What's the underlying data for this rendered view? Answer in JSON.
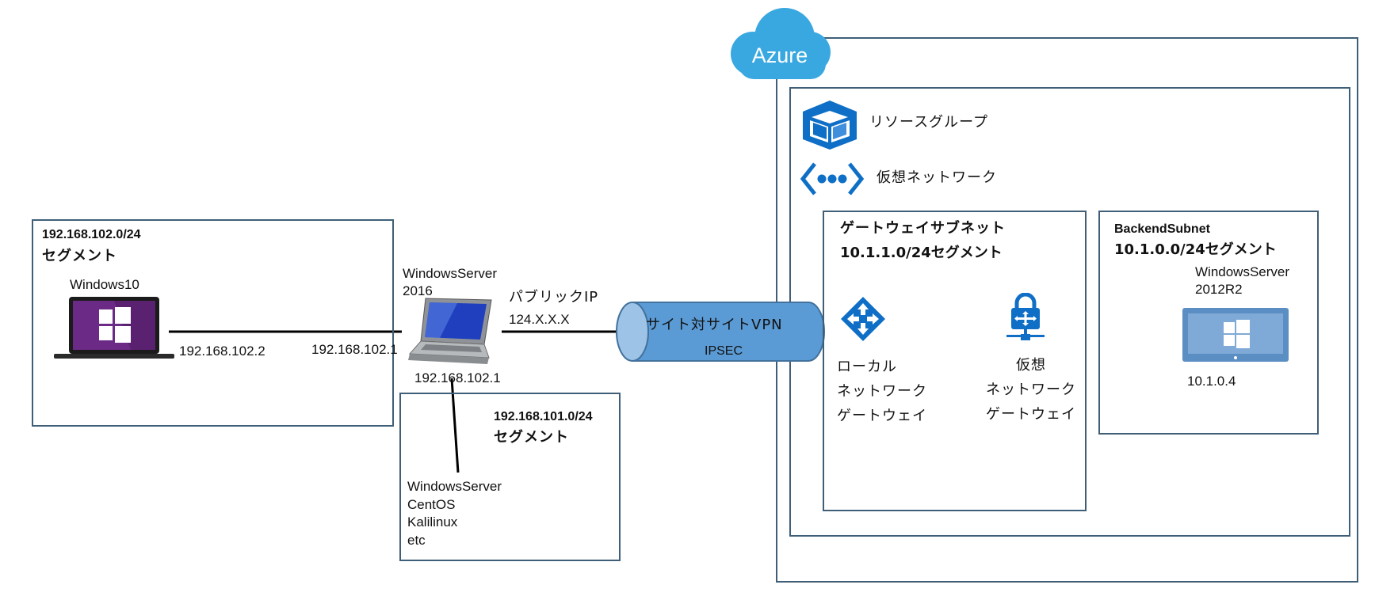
{
  "colors": {
    "box_border": "#3f5f78",
    "azure_blue": "#0f6fc6",
    "cloud": "#3aa8e0",
    "tunnel": "#5b9bd5",
    "tunnel_end": "#9dc3e6",
    "win10_purple": "#6b2a86",
    "server_blue": "#5b8fc4"
  },
  "icons": {
    "cloud": "azure-cloud-icon",
    "laptop": "laptop-icon",
    "windows10": "windows10-laptop-icon",
    "resource_group": "cube-icon",
    "vnet": "virtual-network-icon",
    "local_gateway": "router-arrows-icon",
    "vnet_gateway": "lock-network-icon",
    "server": "windows-server-monitor-icon"
  },
  "azure": {
    "cloud_label": "Azure",
    "resource_group_label": "リソースグループ",
    "vnet_label": "仮想ネットワーク"
  },
  "local_segment": {
    "cidr": "192.168.102.0/24",
    "segment": "セグメント",
    "device_name": "Windows10",
    "device_ip": "192.168.102.2",
    "gateway_ip": "192.168.102.1"
  },
  "windows_server": {
    "name_line1": "WindowsServer",
    "name_line2": "2016",
    "ip_below": "192.168.102.1",
    "public_ip_label": "パブリックIP",
    "public_ip": "124.X.X.X"
  },
  "vpn": {
    "label": "サイト対サイトVPN",
    "protocol": "IPSEC"
  },
  "inner_segment": {
    "cidr": "192.168.101.0/24",
    "segment": "セグメント",
    "hosts": [
      "WindowsServer",
      "CentOS",
      "Kalilinux",
      "etc"
    ]
  },
  "gateway_subnet": {
    "title": "ゲートウェイサブネット",
    "cidr_segment": "10.1.1.0/24セグメント",
    "local_gateway": [
      "ローカル",
      "ネットワーク",
      "ゲートウェイ"
    ],
    "virtual_gateway": [
      "仮想",
      "ネットワーク",
      "ゲートウェイ"
    ]
  },
  "backend_subnet": {
    "title": "BackendSubnet",
    "cidr_segment": "10.1.0.0/24セグメント",
    "server_line1": "WindowsServer",
    "server_line2": "2012R2",
    "server_ip": "10.1.0.4"
  }
}
